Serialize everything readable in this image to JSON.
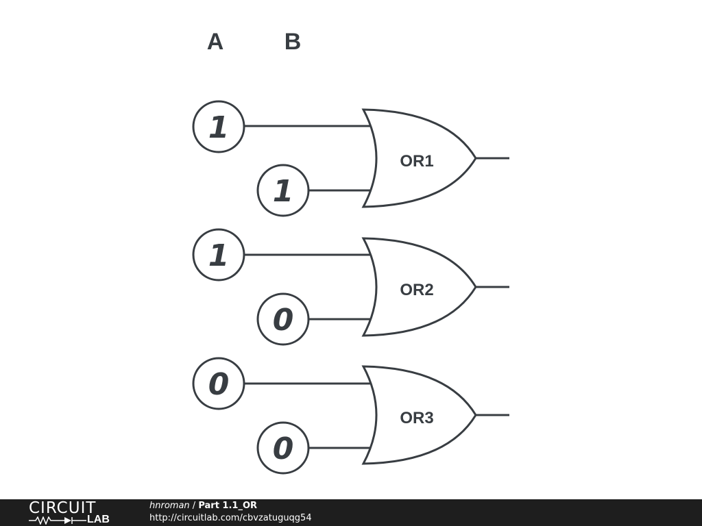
{
  "headers": {
    "input_a": "A",
    "input_b": "B"
  },
  "gates": [
    {
      "label": "OR1",
      "input_a": "1",
      "input_b": "1"
    },
    {
      "label": "OR2",
      "input_a": "1",
      "input_b": "0"
    },
    {
      "label": "OR3",
      "input_a": "0",
      "input_b": "0"
    }
  ],
  "footer": {
    "logo_top": "CIRCUIT",
    "logo_bottom": "LAB",
    "author": "hnroman",
    "separator": "/",
    "title": "Part 1.1_OR",
    "url": "http://circuitlab.com/cbvzatuguqg54"
  },
  "colors": {
    "ink": "#383d42",
    "footer_background": "#1e1e1e",
    "footer_text": "#ffffff"
  }
}
